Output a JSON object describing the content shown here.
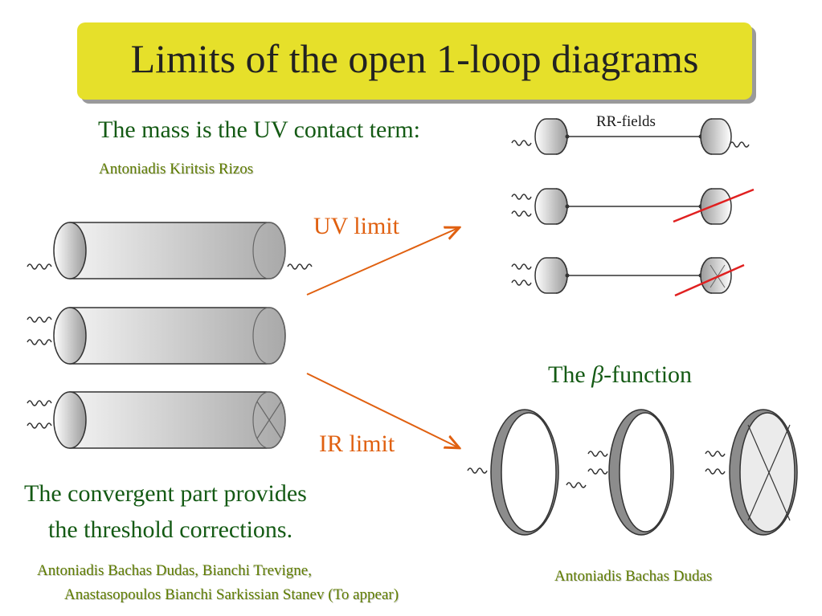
{
  "title": "Limits of the open 1-loop diagrams",
  "mass_text": "The mass is the UV contact term:",
  "mass_cite": "Antoniadis Kiritsis Rizos",
  "rr_label": "RR-fields",
  "uv_label": "UV limit",
  "ir_label": "IR limit",
  "beta_prefix": "The ",
  "beta_symbol": "β",
  "beta_suffix": "-function",
  "convergent_line1": "The convergent part provides",
  "convergent_line2": "the threshold corrections.",
  "cite_bottom_line1": "Antoniadis Bachas Dudas, Bianchi Trevigne,",
  "cite_bottom_line2": "Anastasopoulos Bianchi Sarkissian Stanev (To appear)",
  "cite_beta": "Antoniadis Bachas Dudas",
  "colors": {
    "title_bg": "#e6e02a",
    "accent_orange": "#e06010",
    "text_green": "#145a14",
    "cite_green": "#5f7d00",
    "cross_red": "#e02020"
  }
}
